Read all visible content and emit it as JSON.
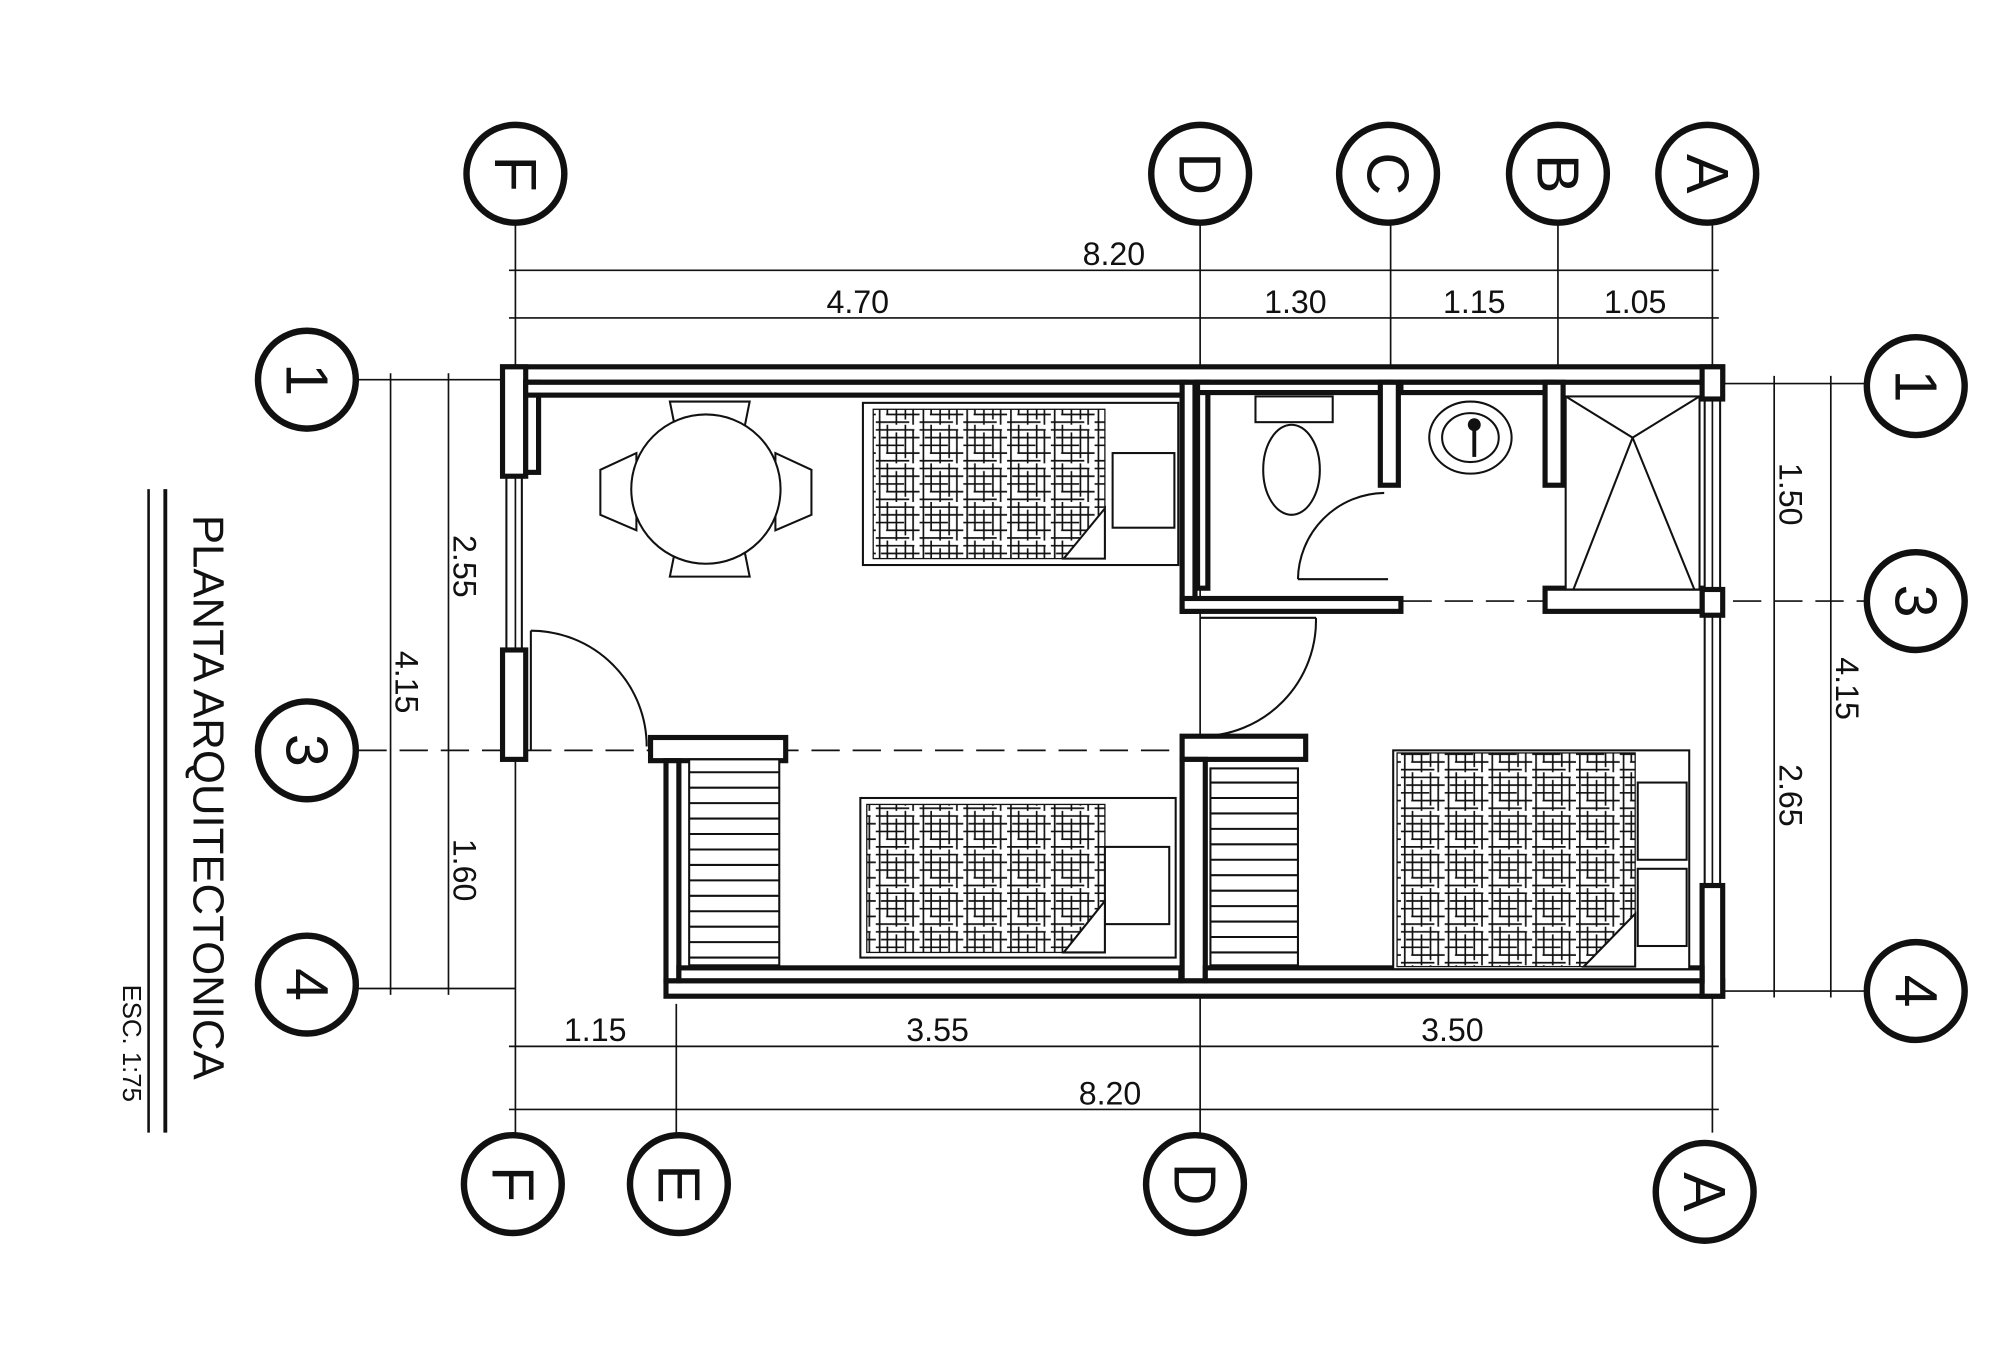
{
  "title": "PLANTA ARQUITECTONICA",
  "scale": "ESC. 1:75",
  "grid_top": [
    "F",
    "D",
    "C",
    "B",
    "A"
  ],
  "grid_bottom": [
    "F",
    "E",
    "D",
    "A"
  ],
  "grid_left": [
    "1",
    "3",
    "4"
  ],
  "grid_right": [
    "1",
    "3",
    "4"
  ],
  "dims": {
    "top_total": "8.20",
    "top_parts": [
      "4.70",
      "1.30",
      "1.15",
      "1.05"
    ],
    "bottom_parts": [
      "1.15",
      "3.55",
      "3.50"
    ],
    "bottom_total": "8.20",
    "left_parts": [
      "2.55",
      "1.60"
    ],
    "left_total": "4.15",
    "right_parts": [
      "1.50",
      "2.65"
    ],
    "right_total": "4.15"
  }
}
